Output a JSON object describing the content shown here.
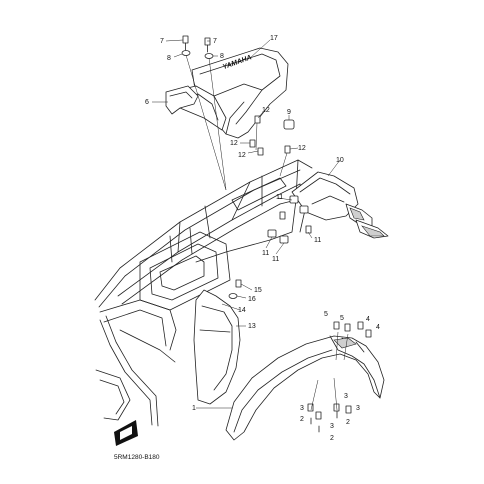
{
  "diagram": {
    "drawing_code": "5RM1280-B180",
    "brand_decal": "YAMAHA",
    "callouts": [
      {
        "id": "c7a",
        "label": "7"
      },
      {
        "id": "c7b",
        "label": "7"
      },
      {
        "id": "c8a",
        "label": "8"
      },
      {
        "id": "c8b",
        "label": "8"
      },
      {
        "id": "c17",
        "label": "17"
      },
      {
        "id": "c6",
        "label": "6"
      },
      {
        "id": "c12a",
        "label": "12"
      },
      {
        "id": "c9",
        "label": "9"
      },
      {
        "id": "c12b",
        "label": "12"
      },
      {
        "id": "c12c",
        "label": "12"
      },
      {
        "id": "c12d",
        "label": "12"
      },
      {
        "id": "c10",
        "label": "10"
      },
      {
        "id": "c11a",
        "label": "11"
      },
      {
        "id": "c11b",
        "label": "11"
      },
      {
        "id": "c11c",
        "label": "11"
      },
      {
        "id": "c11d",
        "label": "11"
      },
      {
        "id": "c15",
        "label": "15"
      },
      {
        "id": "c16",
        "label": "16"
      },
      {
        "id": "c14",
        "label": "14"
      },
      {
        "id": "c13",
        "label": "13"
      },
      {
        "id": "c5a",
        "label": "5"
      },
      {
        "id": "c5b",
        "label": "5"
      },
      {
        "id": "c4a",
        "label": "4"
      },
      {
        "id": "c4b",
        "label": "4"
      },
      {
        "id": "c1",
        "label": "1"
      },
      {
        "id": "c3a",
        "label": "3"
      },
      {
        "id": "c3b",
        "label": "3"
      },
      {
        "id": "c3c",
        "label": "3"
      },
      {
        "id": "c3d",
        "label": "3"
      },
      {
        "id": "c2a",
        "label": "2"
      },
      {
        "id": "c2b",
        "label": "2"
      },
      {
        "id": "c2c",
        "label": "2"
      }
    ]
  }
}
